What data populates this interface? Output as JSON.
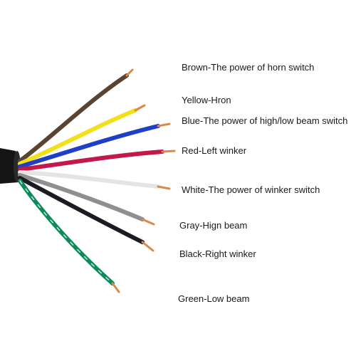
{
  "labels": {
    "brown": "Brown-The power of horn switch",
    "yellow": "Yellow-Hron",
    "blue": "Blue-The power of high/low beam switch",
    "red": "Red-Left winker",
    "white": "White-The power of winker switch",
    "gray": "Gray-Hign beam",
    "black": "Black-Right winker",
    "green": "Green-Low beam"
  },
  "colors": {
    "brown": "#5b4332",
    "yellow": "#f2e01b",
    "blue": "#1f3fc9",
    "red": "#c2184a",
    "white": "#e4e4e4",
    "gray": "#8f8f8f",
    "black": "#1b1b24",
    "green": "#0b8a5a",
    "copper": "#d98a4a",
    "sheath": "#151515"
  }
}
